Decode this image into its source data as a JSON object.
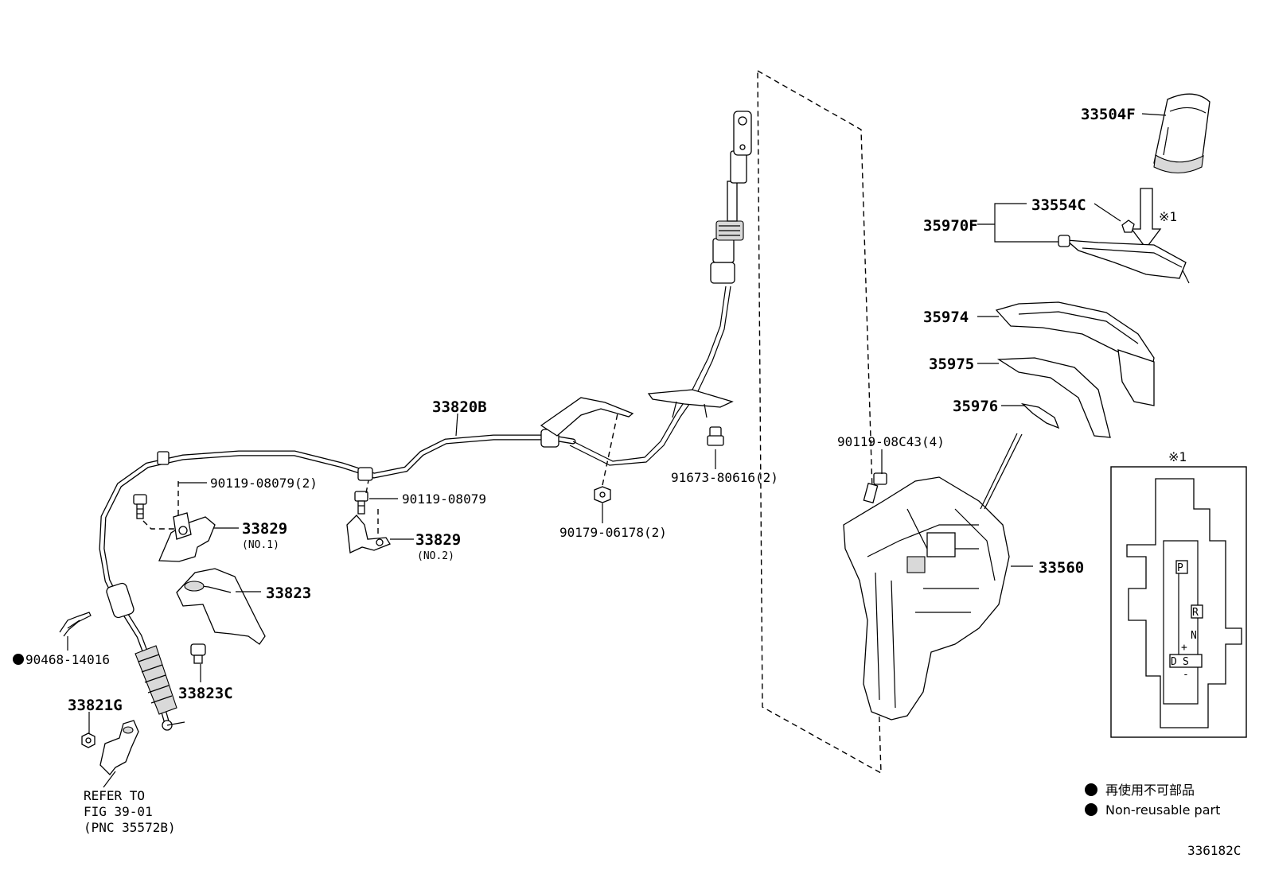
{
  "parts": {
    "p33504F": "33504F",
    "p33554C": "33554C",
    "p35970F": "35970F",
    "p35974": "35974",
    "p35975": "35975",
    "p35976": "35976",
    "p33560": "33560",
    "p90119_08C43": "90119-08C43(4)",
    "p33820B": "33820B",
    "p91673": "91673-80616(2)",
    "p90179": "90179-06178(2)",
    "p90119_08079_2": "90119-08079(2)",
    "p90119_08079": "90119-08079",
    "p33829_a": "33829",
    "p33829_a_sub": "(NO.1)",
    "p33829_b": "33829",
    "p33829_b_sub": "(NO.2)",
    "p33823": "33823",
    "p33823C": "33823C",
    "p90468": "90468-14016",
    "p33821G": "33821G"
  },
  "refer": {
    "line1": "REFER TO",
    "line2": "FIG 39-01",
    "line3": "(PNC 35572B)"
  },
  "note_mark": "※1",
  "detail": {
    "title": "※1",
    "gates": [
      "P",
      "R",
      "N",
      "D",
      "S",
      "+",
      "-"
    ]
  },
  "legend": {
    "jp": "再使用不可部品",
    "en": "Non-reusable part"
  },
  "figure_code": "336182C"
}
